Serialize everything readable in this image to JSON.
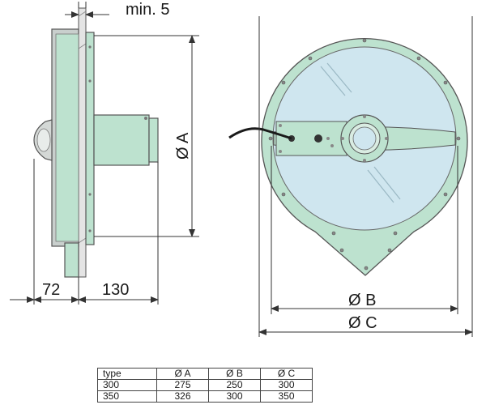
{
  "labels": {
    "min_gap": "min. 5",
    "dim_left": "72",
    "dim_right": "130",
    "dim_a": "Ø A",
    "dim_b": "Ø B",
    "dim_c": "Ø C"
  },
  "table": {
    "headers": [
      "type",
      "Ø A",
      "Ø B",
      "Ø C"
    ],
    "rows": [
      [
        "300",
        "275",
        "250",
        "300"
      ],
      [
        "350",
        "326",
        "300",
        "350"
      ]
    ]
  },
  "colors": {
    "body_green": "#bde2cf",
    "glass_blue": "#cfe6ef",
    "outline": "#555555"
  }
}
